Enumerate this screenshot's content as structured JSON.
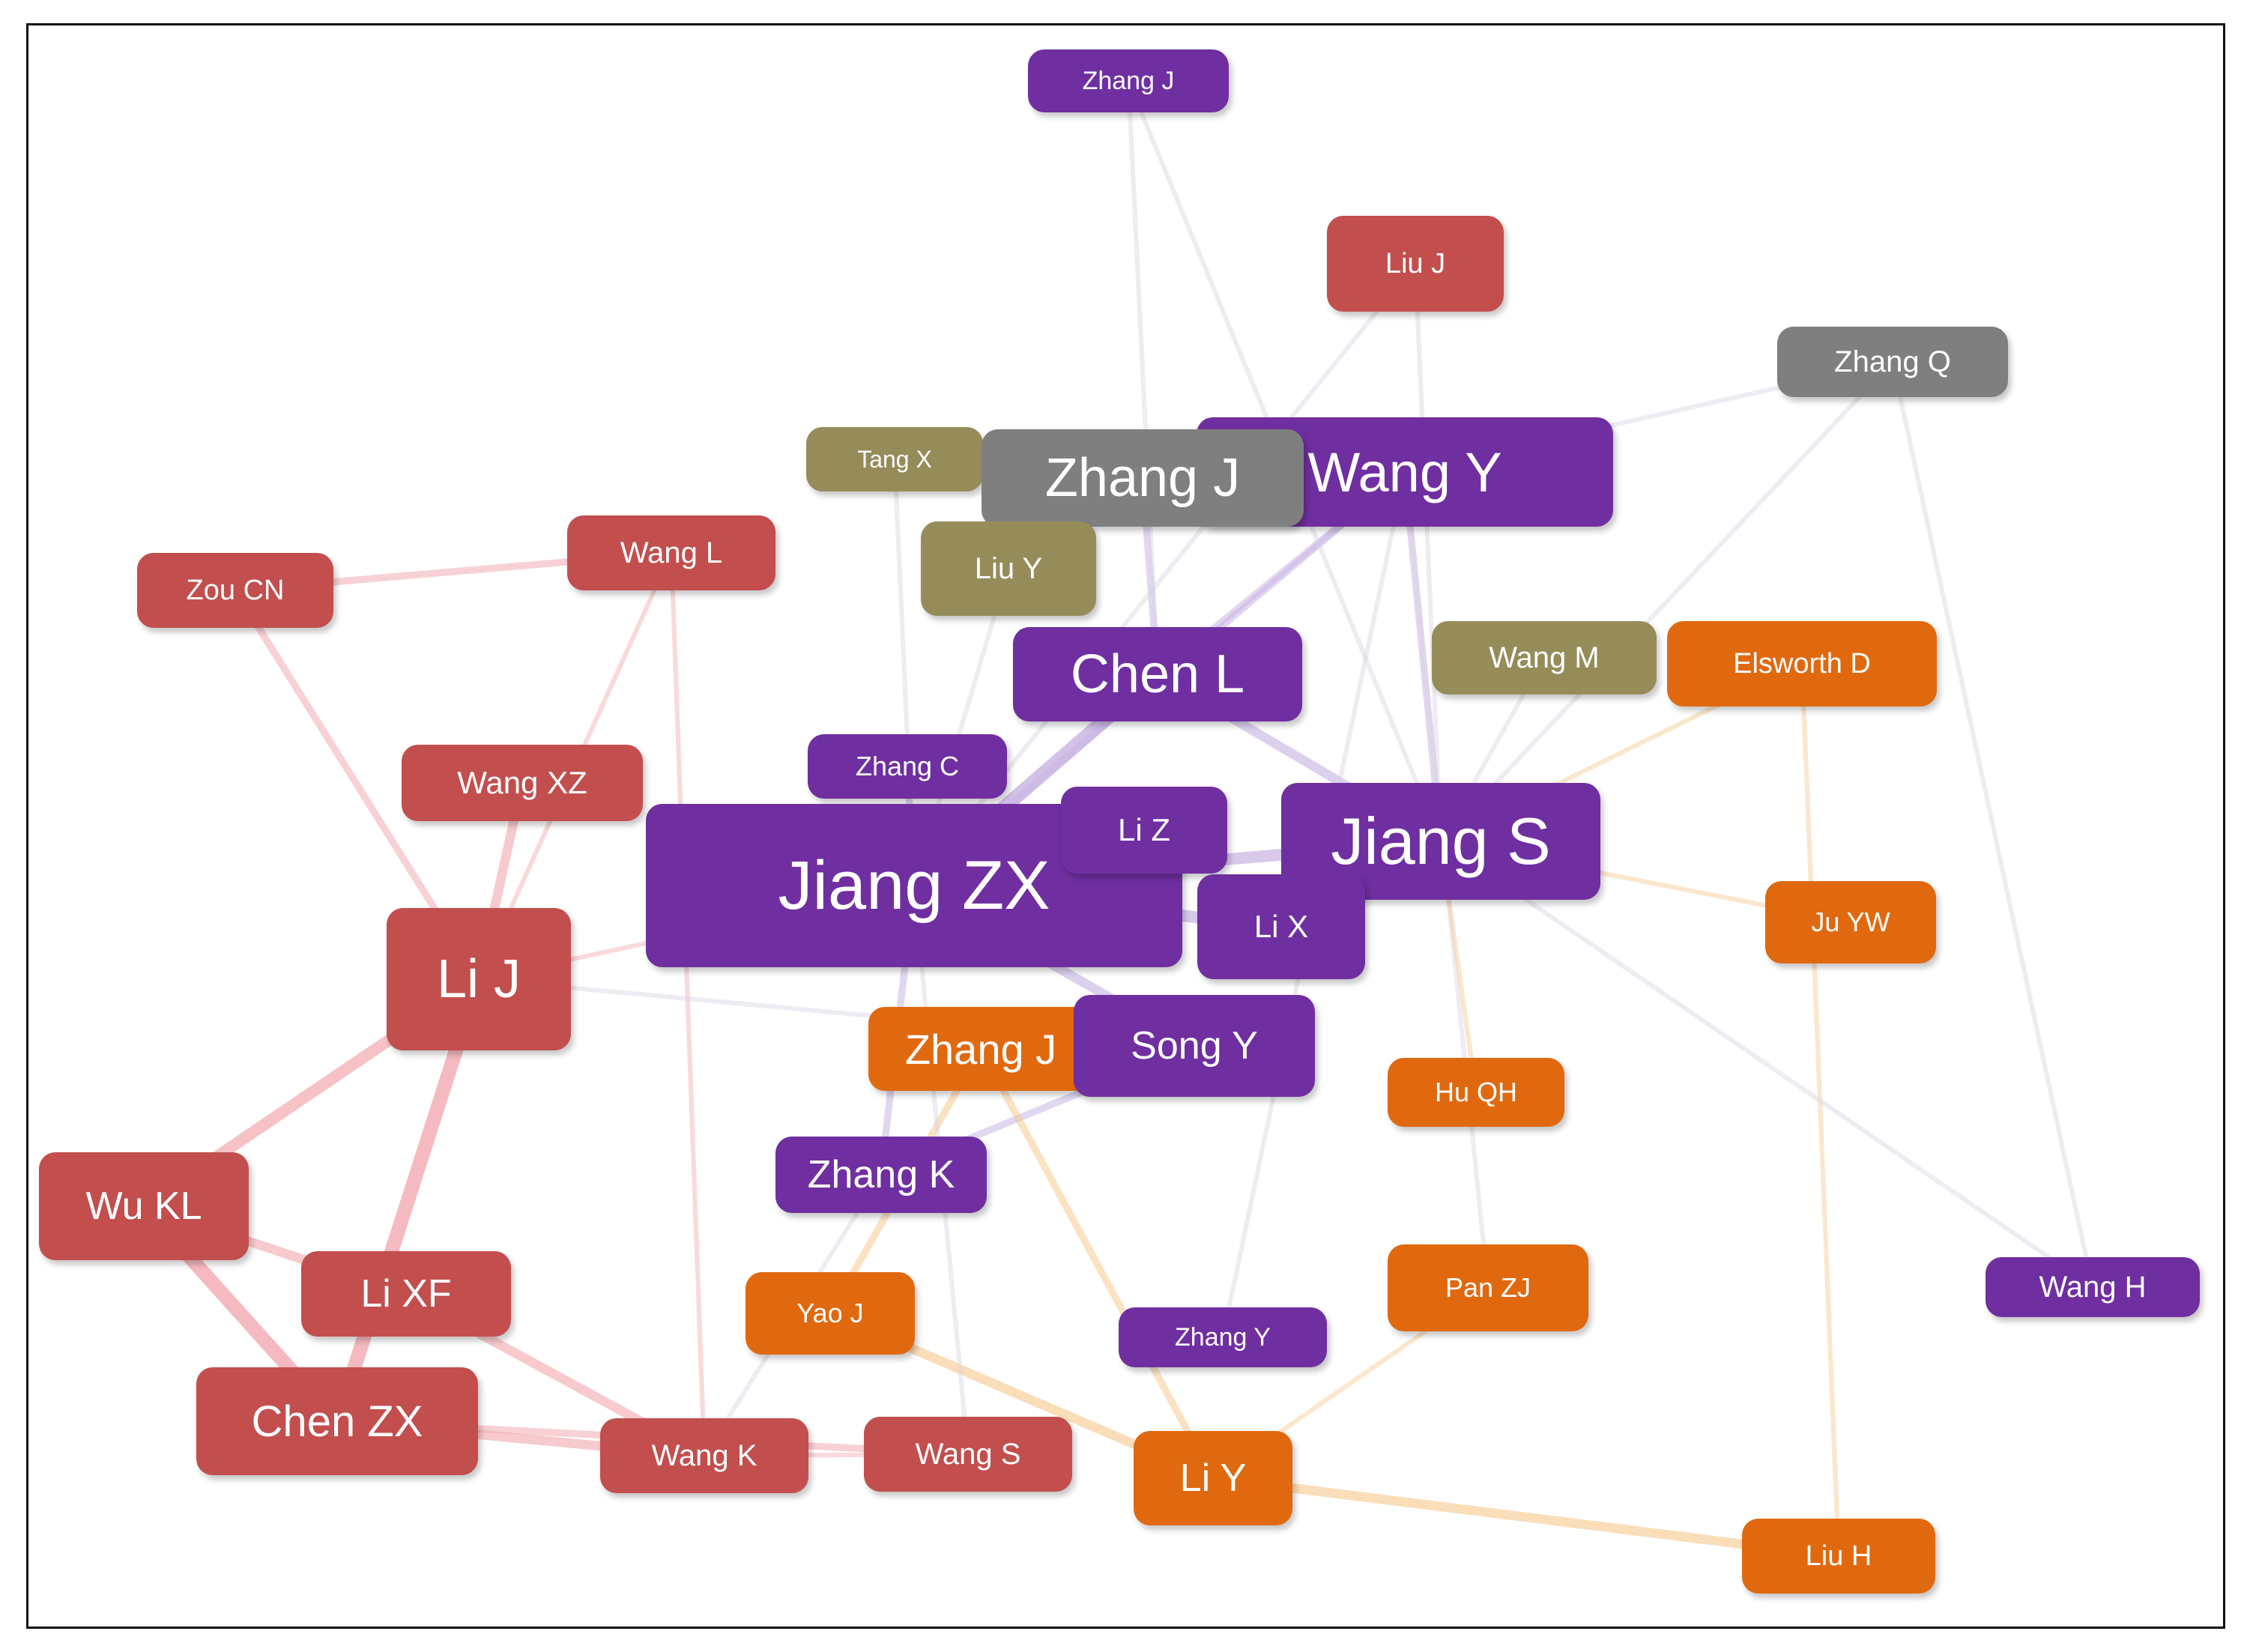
{
  "colors": {
    "red": "#c24e4e",
    "purple": "#6f2fa0",
    "orange": "#e0690f",
    "gray": "#7f7f7f",
    "olive": "#958c5a",
    "edge_red": "#f3aab0",
    "edge_purple": "#c9b4e3",
    "edge_orange": "#f8c98f",
    "edge_gray": "#d9d4e3"
  },
  "nodes": [
    {
      "id": "zhangj_top",
      "label": "Zhang J",
      "color": "purple"
    },
    {
      "id": "liu_j",
      "label": "Liu J",
      "color": "red"
    },
    {
      "id": "zhang_q",
      "label": "Zhang Q",
      "color": "gray"
    },
    {
      "id": "tang_x",
      "label": "Tang X",
      "color": "olive"
    },
    {
      "id": "wang_y",
      "label": "Wang Y",
      "color": "purple"
    },
    {
      "id": "zhangj_gray",
      "label": "Zhang J",
      "color": "gray"
    },
    {
      "id": "wang_l",
      "label": "Wang L",
      "color": "red"
    },
    {
      "id": "zou_cn",
      "label": "Zou CN",
      "color": "red"
    },
    {
      "id": "liu_y",
      "label": "Liu Y",
      "color": "olive"
    },
    {
      "id": "chen_l",
      "label": "Chen L",
      "color": "purple"
    },
    {
      "id": "wang_m",
      "label": "Wang M",
      "color": "olive"
    },
    {
      "id": "elsworth_d",
      "label": "Elsworth D",
      "color": "orange"
    },
    {
      "id": "wang_xz",
      "label": "Wang XZ",
      "color": "red"
    },
    {
      "id": "zhang_c",
      "label": "Zhang C",
      "color": "purple"
    },
    {
      "id": "jiang_zx",
      "label": "Jiang ZX",
      "color": "purple"
    },
    {
      "id": "li_z",
      "label": "Li Z",
      "color": "purple"
    },
    {
      "id": "jiang_s",
      "label": "Jiang S",
      "color": "purple"
    },
    {
      "id": "li_x",
      "label": "Li X",
      "color": "purple"
    },
    {
      "id": "ju_yw",
      "label": "Ju YW",
      "color": "orange"
    },
    {
      "id": "li_j",
      "label": "Li J",
      "color": "red"
    },
    {
      "id": "zhangj_orange",
      "label": "Zhang J",
      "color": "orange"
    },
    {
      "id": "song_y",
      "label": "Song Y",
      "color": "purple"
    },
    {
      "id": "hu_qh",
      "label": "Hu QH",
      "color": "orange"
    },
    {
      "id": "wu_kl",
      "label": "Wu KL",
      "color": "red"
    },
    {
      "id": "zhang_k",
      "label": "Zhang K",
      "color": "purple"
    },
    {
      "id": "li_xf",
      "label": "Li XF",
      "color": "red"
    },
    {
      "id": "yao_j",
      "label": "Yao J",
      "color": "orange"
    },
    {
      "id": "pan_zj",
      "label": "Pan ZJ",
      "color": "orange"
    },
    {
      "id": "wang_h",
      "label": "Wang H",
      "color": "purple"
    },
    {
      "id": "zhang_y",
      "label": "Zhang Y",
      "color": "purple"
    },
    {
      "id": "chen_zx",
      "label": "Chen ZX",
      "color": "red"
    },
    {
      "id": "wang_k",
      "label": "Wang K",
      "color": "red"
    },
    {
      "id": "wang_s",
      "label": "Wang S",
      "color": "red"
    },
    {
      "id": "li_y",
      "label": "Li Y",
      "color": "orange"
    },
    {
      "id": "liu_h",
      "label": "Liu H",
      "color": "orange"
    }
  ],
  "edges": [
    {
      "from": "li_j",
      "to": "chen_zx",
      "weight": 5,
      "color": "edge_red"
    },
    {
      "from": "wu_kl",
      "to": "chen_zx",
      "weight": 5,
      "color": "edge_red"
    },
    {
      "from": "wu_kl",
      "to": "li_j",
      "weight": 4,
      "color": "edge_red"
    },
    {
      "from": "wu_kl",
      "to": "li_xf",
      "weight": 3,
      "color": "edge_red"
    },
    {
      "from": "li_xf",
      "to": "wang_k",
      "weight": 3,
      "color": "edge_red"
    },
    {
      "from": "chen_zx",
      "to": "wang_k",
      "weight": 3,
      "color": "edge_red"
    },
    {
      "from": "chen_zx",
      "to": "wang_s",
      "weight": 2,
      "color": "edge_red"
    },
    {
      "from": "wang_xz",
      "to": "li_j",
      "weight": 3,
      "color": "edge_red"
    },
    {
      "from": "zou_cn",
      "to": "li_j",
      "weight": 2,
      "color": "edge_red"
    },
    {
      "from": "zou_cn",
      "to": "wang_l",
      "weight": 2,
      "color": "edge_red"
    },
    {
      "from": "wang_l",
      "to": "li_j",
      "weight": 1,
      "color": "edge_red"
    },
    {
      "from": "wang_l",
      "to": "wang_k",
      "weight": 1,
      "color": "edge_red"
    },
    {
      "from": "li_j",
      "to": "jiang_zx",
      "weight": 1,
      "color": "edge_red"
    },
    {
      "from": "wang_k",
      "to": "wang_s",
      "weight": 1,
      "color": "edge_red"
    },
    {
      "from": "jiang_zx",
      "to": "chen_l",
      "weight": 5,
      "color": "edge_purple"
    },
    {
      "from": "jiang_zx",
      "to": "jiang_s",
      "weight": 4,
      "color": "edge_purple"
    },
    {
      "from": "jiang_zx",
      "to": "li_z",
      "weight": 4,
      "color": "edge_purple"
    },
    {
      "from": "jiang_zx",
      "to": "li_x",
      "weight": 4,
      "color": "edge_purple"
    },
    {
      "from": "jiang_zx",
      "to": "song_y",
      "weight": 3,
      "color": "edge_purple"
    },
    {
      "from": "jiang_zx",
      "to": "zhang_c",
      "weight": 2,
      "color": "edge_purple"
    },
    {
      "from": "jiang_zx",
      "to": "zhang_k",
      "weight": 2,
      "color": "edge_purple"
    },
    {
      "from": "jiang_zx",
      "to": "wang_y",
      "weight": 2,
      "color": "edge_purple"
    },
    {
      "from": "jiang_s",
      "to": "chen_l",
      "weight": 3,
      "color": "edge_purple"
    },
    {
      "from": "jiang_s",
      "to": "wang_y",
      "weight": 2,
      "color": "edge_purple"
    },
    {
      "from": "jiang_s",
      "to": "li_x",
      "weight": 3,
      "color": "edge_purple"
    },
    {
      "from": "chen_l",
      "to": "wang_y",
      "weight": 2,
      "color": "edge_purple"
    },
    {
      "from": "chen_l",
      "to": "zhangj_gray",
      "weight": 2,
      "color": "edge_purple"
    },
    {
      "from": "song_y",
      "to": "zhang_k",
      "weight": 2,
      "color": "edge_purple"
    },
    {
      "from": "zhangj_top",
      "to": "chen_l",
      "weight": 1,
      "color": "edge_gray"
    },
    {
      "from": "zhangj_top",
      "to": "jiang_s",
      "weight": 1,
      "color": "edge_gray"
    },
    {
      "from": "liu_j",
      "to": "jiang_s",
      "weight": 1,
      "color": "edge_gray"
    },
    {
      "from": "liu_j",
      "to": "jiang_zx",
      "weight": 1,
      "color": "edge_gray"
    },
    {
      "from": "zhang_q",
      "to": "wang_y",
      "weight": 1,
      "color": "edge_gray"
    },
    {
      "from": "zhang_q",
      "to": "jiang_s",
      "weight": 1,
      "color": "edge_gray"
    },
    {
      "from": "wang_y",
      "to": "zhang_y",
      "weight": 1,
      "color": "edge_gray"
    },
    {
      "from": "wang_y",
      "to": "pan_zj",
      "weight": 1,
      "color": "edge_gray"
    },
    {
      "from": "wang_m",
      "to": "jiang_s",
      "weight": 1,
      "color": "edge_gray"
    },
    {
      "from": "elsworth_d",
      "to": "jiang_s",
      "weight": 1,
      "color": "edge_orange"
    },
    {
      "from": "elsworth_d",
      "to": "liu_h",
      "weight": 1,
      "color": "edge_orange"
    },
    {
      "from": "ju_yw",
      "to": "jiang_s",
      "weight": 1,
      "color": "edge_orange"
    },
    {
      "from": "hu_qh",
      "to": "jiang_s",
      "weight": 1,
      "color": "edge_orange"
    },
    {
      "from": "zhangj_orange",
      "to": "li_y",
      "weight": 2,
      "color": "edge_orange"
    },
    {
      "from": "yao_j",
      "to": "zhangj_orange",
      "weight": 2,
      "color": "edge_orange"
    },
    {
      "from": "li_y",
      "to": "liu_h",
      "weight": 3,
      "color": "edge_orange"
    },
    {
      "from": "yao_j",
      "to": "li_y",
      "weight": 3,
      "color": "edge_orange"
    },
    {
      "from": "li_y",
      "to": "pan_zj",
      "weight": 1,
      "color": "edge_orange"
    },
    {
      "from": "wang_h",
      "to": "jiang_s",
      "weight": 1,
      "color": "edge_gray"
    },
    {
      "from": "wang_h",
      "to": "zhang_q",
      "weight": 1,
      "color": "edge_gray"
    },
    {
      "from": "tang_x",
      "to": "jiang_zx",
      "weight": 1,
      "color": "edge_gray"
    },
    {
      "from": "liu_y",
      "to": "jiang_zx",
      "weight": 1,
      "color": "edge_gray"
    },
    {
      "from": "wang_s",
      "to": "jiang_zx",
      "weight": 1,
      "color": "edge_gray"
    },
    {
      "from": "zhang_k",
      "to": "wang_k",
      "weight": 1,
      "color": "edge_gray"
    },
    {
      "from": "li_j",
      "to": "song_y",
      "weight": 1,
      "color": "edge_gray"
    }
  ]
}
